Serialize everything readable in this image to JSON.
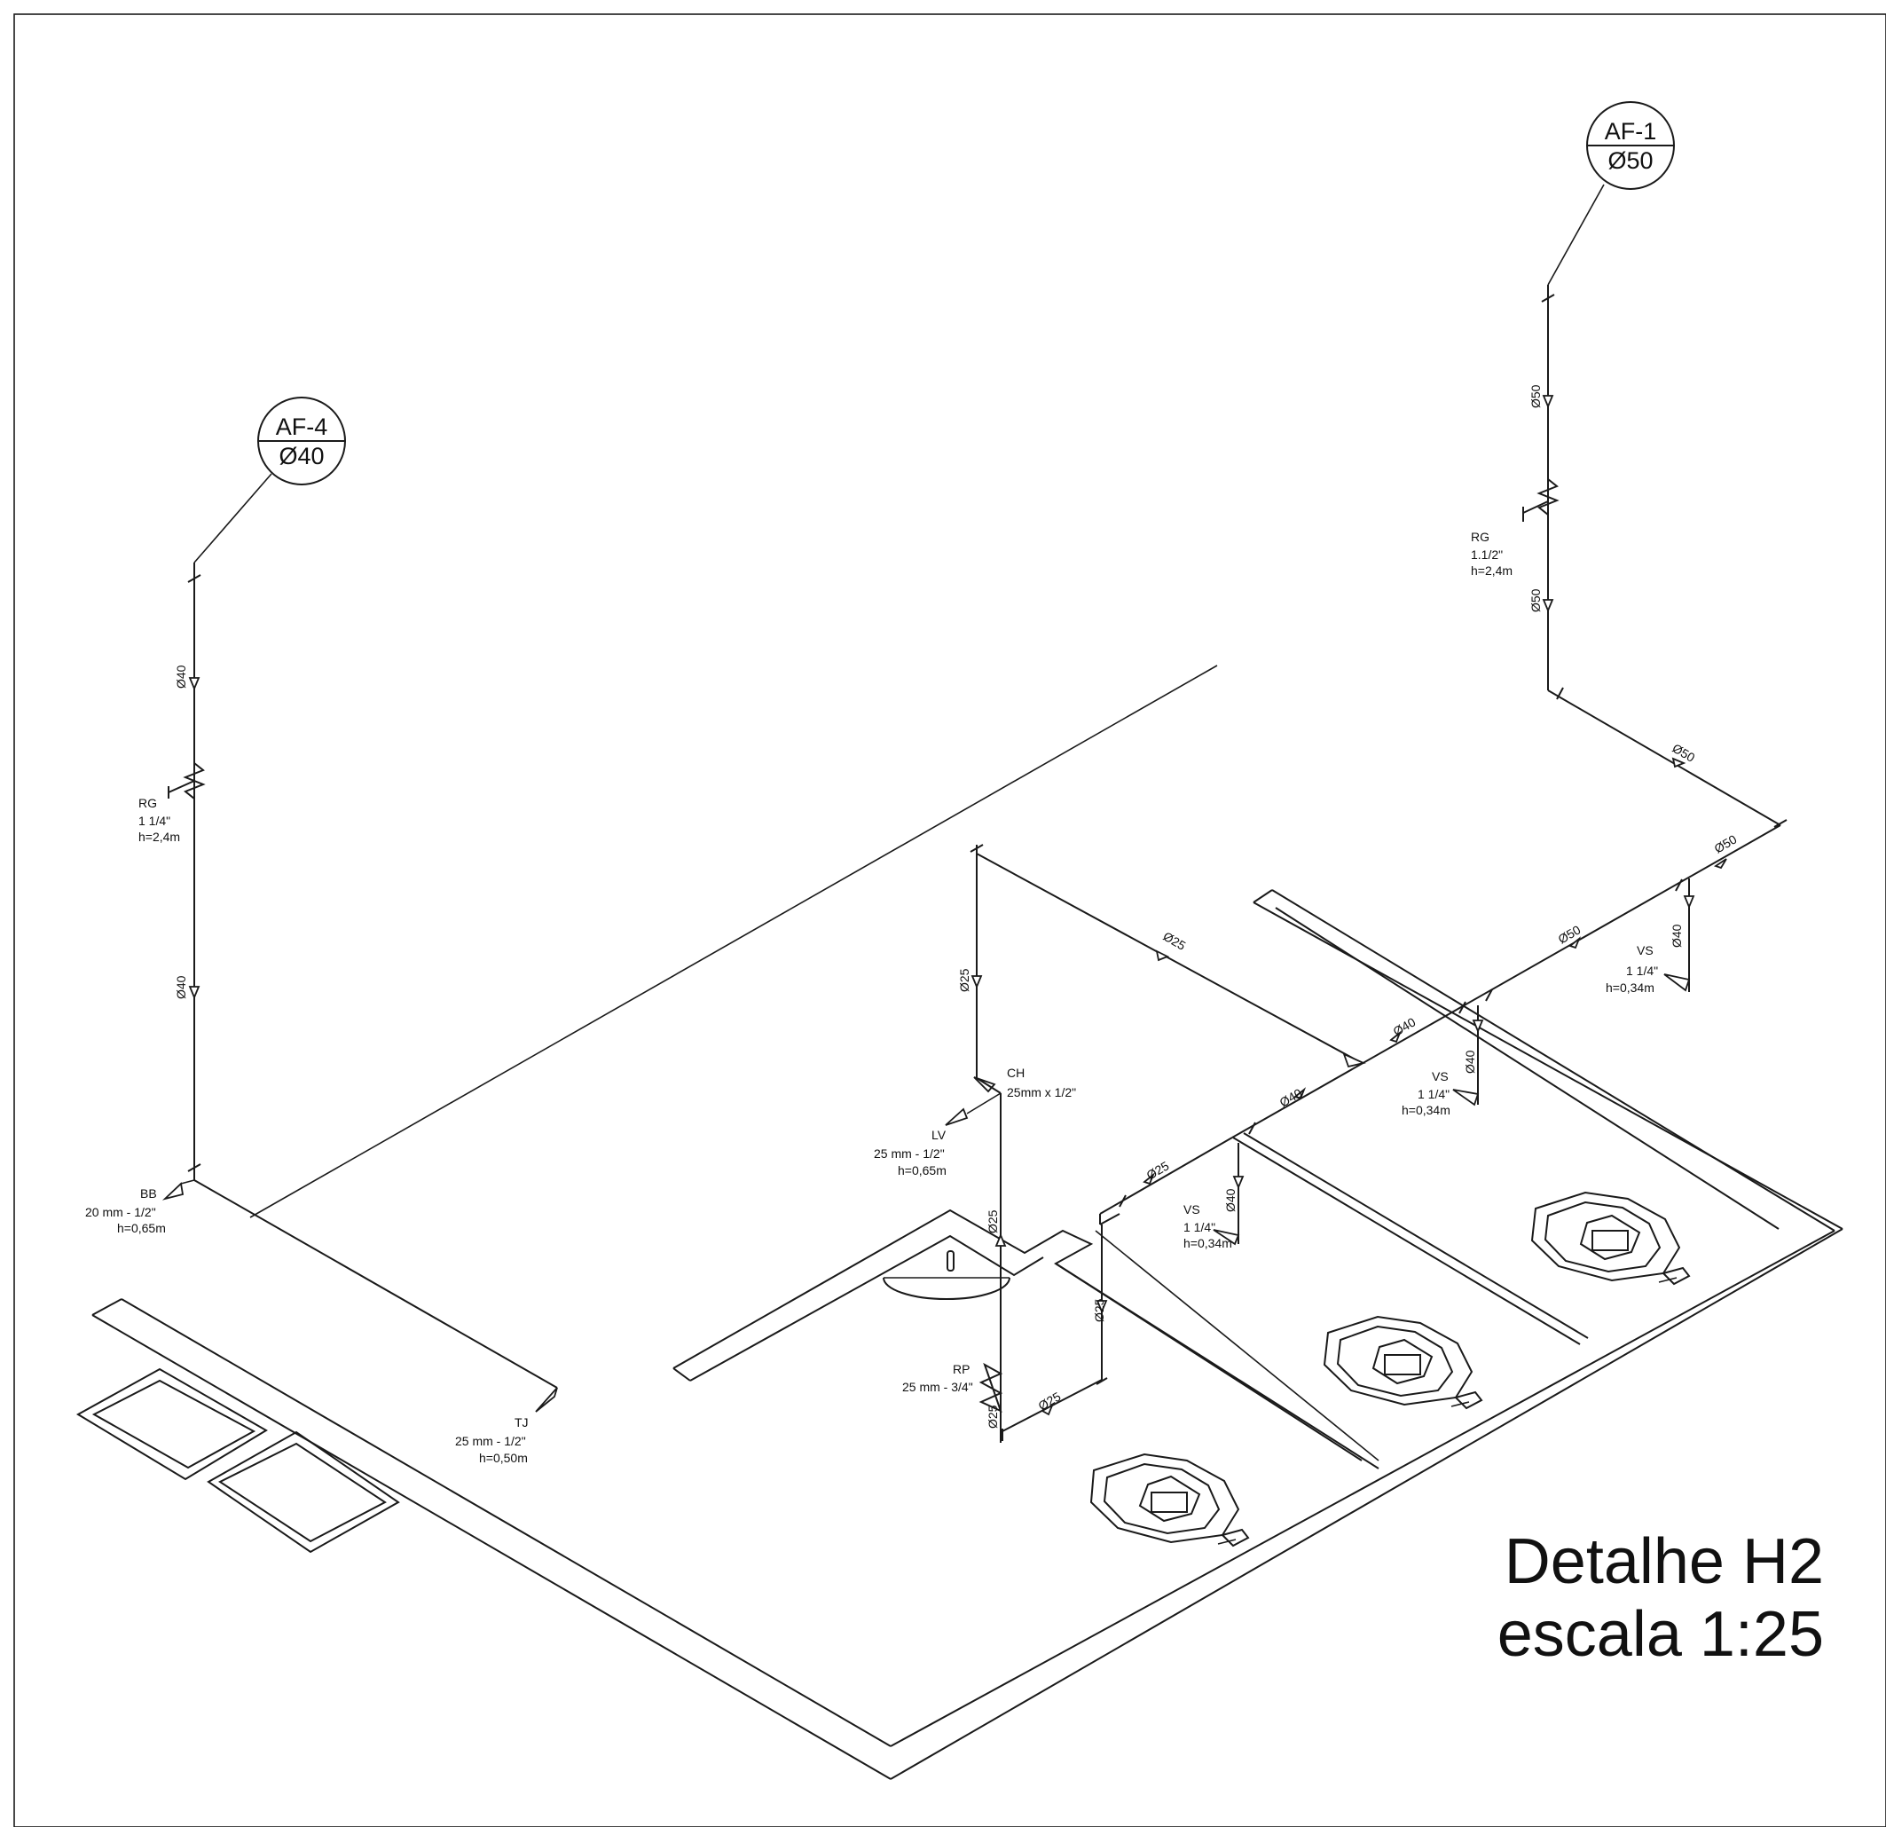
{
  "tags": [
    {
      "id": "AF-4",
      "diameter": "Ø40"
    },
    {
      "id": "AF-1",
      "diameter": "Ø50"
    }
  ],
  "pipe_labels": {
    "d40": "Ø40",
    "d50": "Ø50",
    "d25": "Ø25"
  },
  "fixtures": {
    "rg_left": {
      "code": "RG",
      "size": "1 1/4\"",
      "height": "h=2,4m"
    },
    "rg_right": {
      "code": "RG",
      "size": "1.1/2\"",
      "height": "h=2,4m"
    },
    "bb": {
      "code": "BB",
      "size": "20 mm - 1/2\"",
      "height": "h=0,65m"
    },
    "tj": {
      "code": "TJ",
      "size": "25 mm - 1/2\"",
      "height": "h=0,50m"
    },
    "ch": {
      "code": "CH",
      "size": "25mm x 1/2\""
    },
    "lv": {
      "code": "LV",
      "size": "25 mm - 1/2\"",
      "height": "h=0,65m"
    },
    "rp": {
      "code": "RP",
      "size": "25 mm - 3/4\""
    },
    "vs1": {
      "code": "VS",
      "size": "1 1/4\"",
      "height": "h=0,34m"
    },
    "vs2": {
      "code": "VS",
      "size": "1 1/4\"",
      "height": "h=0,34m"
    },
    "vs3": {
      "code": "VS",
      "size": "1 1/4\"",
      "height": "h=0,34m"
    }
  },
  "title": {
    "line1": "Detalhe H2",
    "line2": "escala 1:25"
  }
}
